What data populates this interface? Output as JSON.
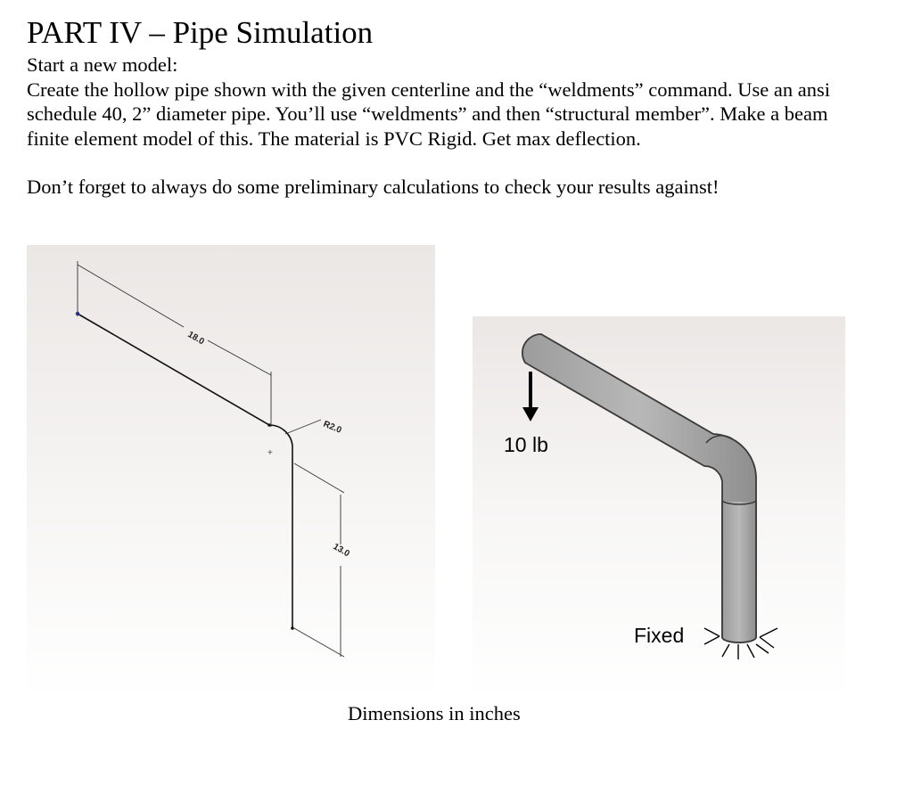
{
  "title": "PART IV – Pipe Simulation",
  "paragraphs": [
    "Start a new model:",
    "Create the hollow pipe shown with the given centerline and the “weldments” command. Use an ansi schedule 40, 2” diameter pipe. You’ll use “weldments” and then “structural member”. Make a beam finite element model of this. The material is PVC Rigid. Get max deflection.",
    "Don’t forget to always do some preliminary calculations to check your results against!"
  ],
  "sketch": {
    "dim_length_horizontal": "18.0",
    "dim_radius": "R2.0",
    "dim_length_vertical": "13.0"
  },
  "model": {
    "load_label": "10 lb",
    "support_label": "Fixed"
  },
  "caption": "Dimensions in inches",
  "colors": {
    "pipe_fill": "#a9a9a9",
    "pipe_edge": "#3a3a3a",
    "background_top": "#e9e5e3"
  }
}
